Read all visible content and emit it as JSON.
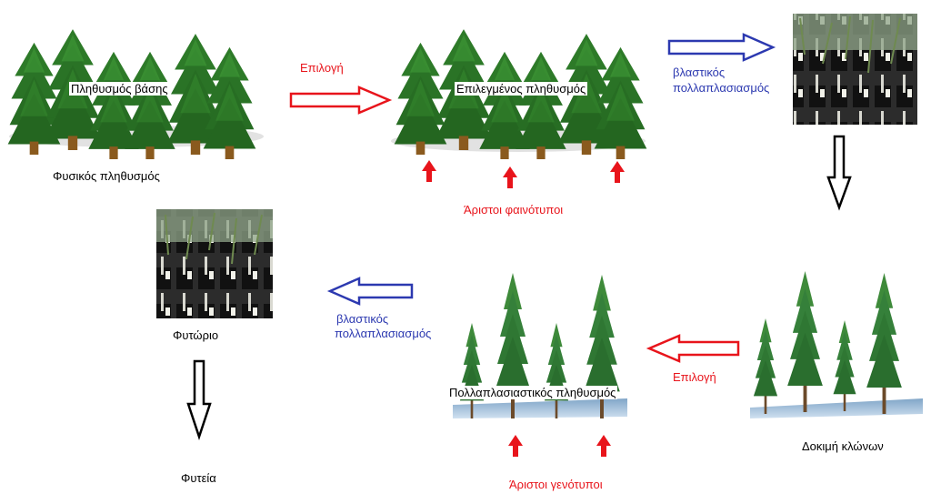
{
  "labels": {
    "base_population": "Πληθυσμός βάσης",
    "natural_population": "Φυσικός πληθυσμός",
    "selection_1": "Επιλογή",
    "selected_population": "Επιλεγμένος πληθυσμός",
    "best_phenotypes": "Άριστοι φαινότυποι",
    "vegetative_propagation_1_line1": "βλαστικός",
    "vegetative_propagation_1_line2": "πολλαπλασιασμός",
    "vegetative_propagation_2_line1": "βλαστικός",
    "vegetative_propagation_2_line2": "πολλαπλασιασμός",
    "nursery": "Φυτώριο",
    "plantation": "Φυτεία",
    "propagation_population": "Πολλαπλασιαστικός πληθυσμός",
    "selection_2": "Επιλογή",
    "best_genotypes": "Άριστοι γενότυποι",
    "clone_test": "Δοκιμή κλώνων"
  },
  "colors": {
    "red_arrow": "#e8141b",
    "blue_arrow": "#2c39b0",
    "black_arrow": "#000000",
    "tree_green": "#2f7d2a",
    "trunk": "#8a5a1e"
  }
}
